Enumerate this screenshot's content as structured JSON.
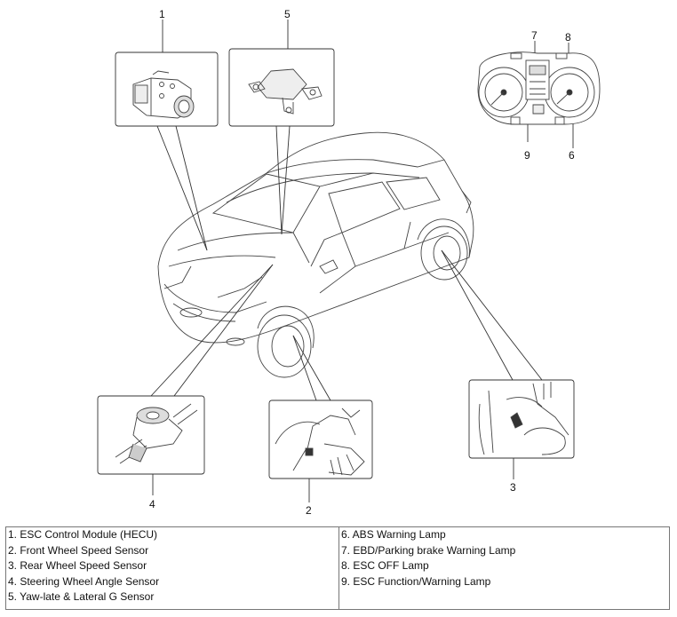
{
  "callouts": {
    "c1": "1",
    "c2": "2",
    "c3": "3",
    "c4": "4",
    "c5": "5",
    "c6": "6",
    "c7": "7",
    "c8": "8",
    "c9": "9"
  },
  "legend": {
    "left": [
      "1. ESC Control Module (HECU)",
      "2. Front Wheel Speed Sensor",
      "3. Rear Wheel Speed Sensor",
      "4. Steering Wheel Angle Sensor",
      "5. Yaw-late & Lateral G Sensor"
    ],
    "right": [
      "6. ABS Warning Lamp",
      "7. EBD/Parking brake Warning Lamp",
      "8. ESC OFF Lamp",
      "9. ESC Function/Warning Lamp"
    ]
  }
}
